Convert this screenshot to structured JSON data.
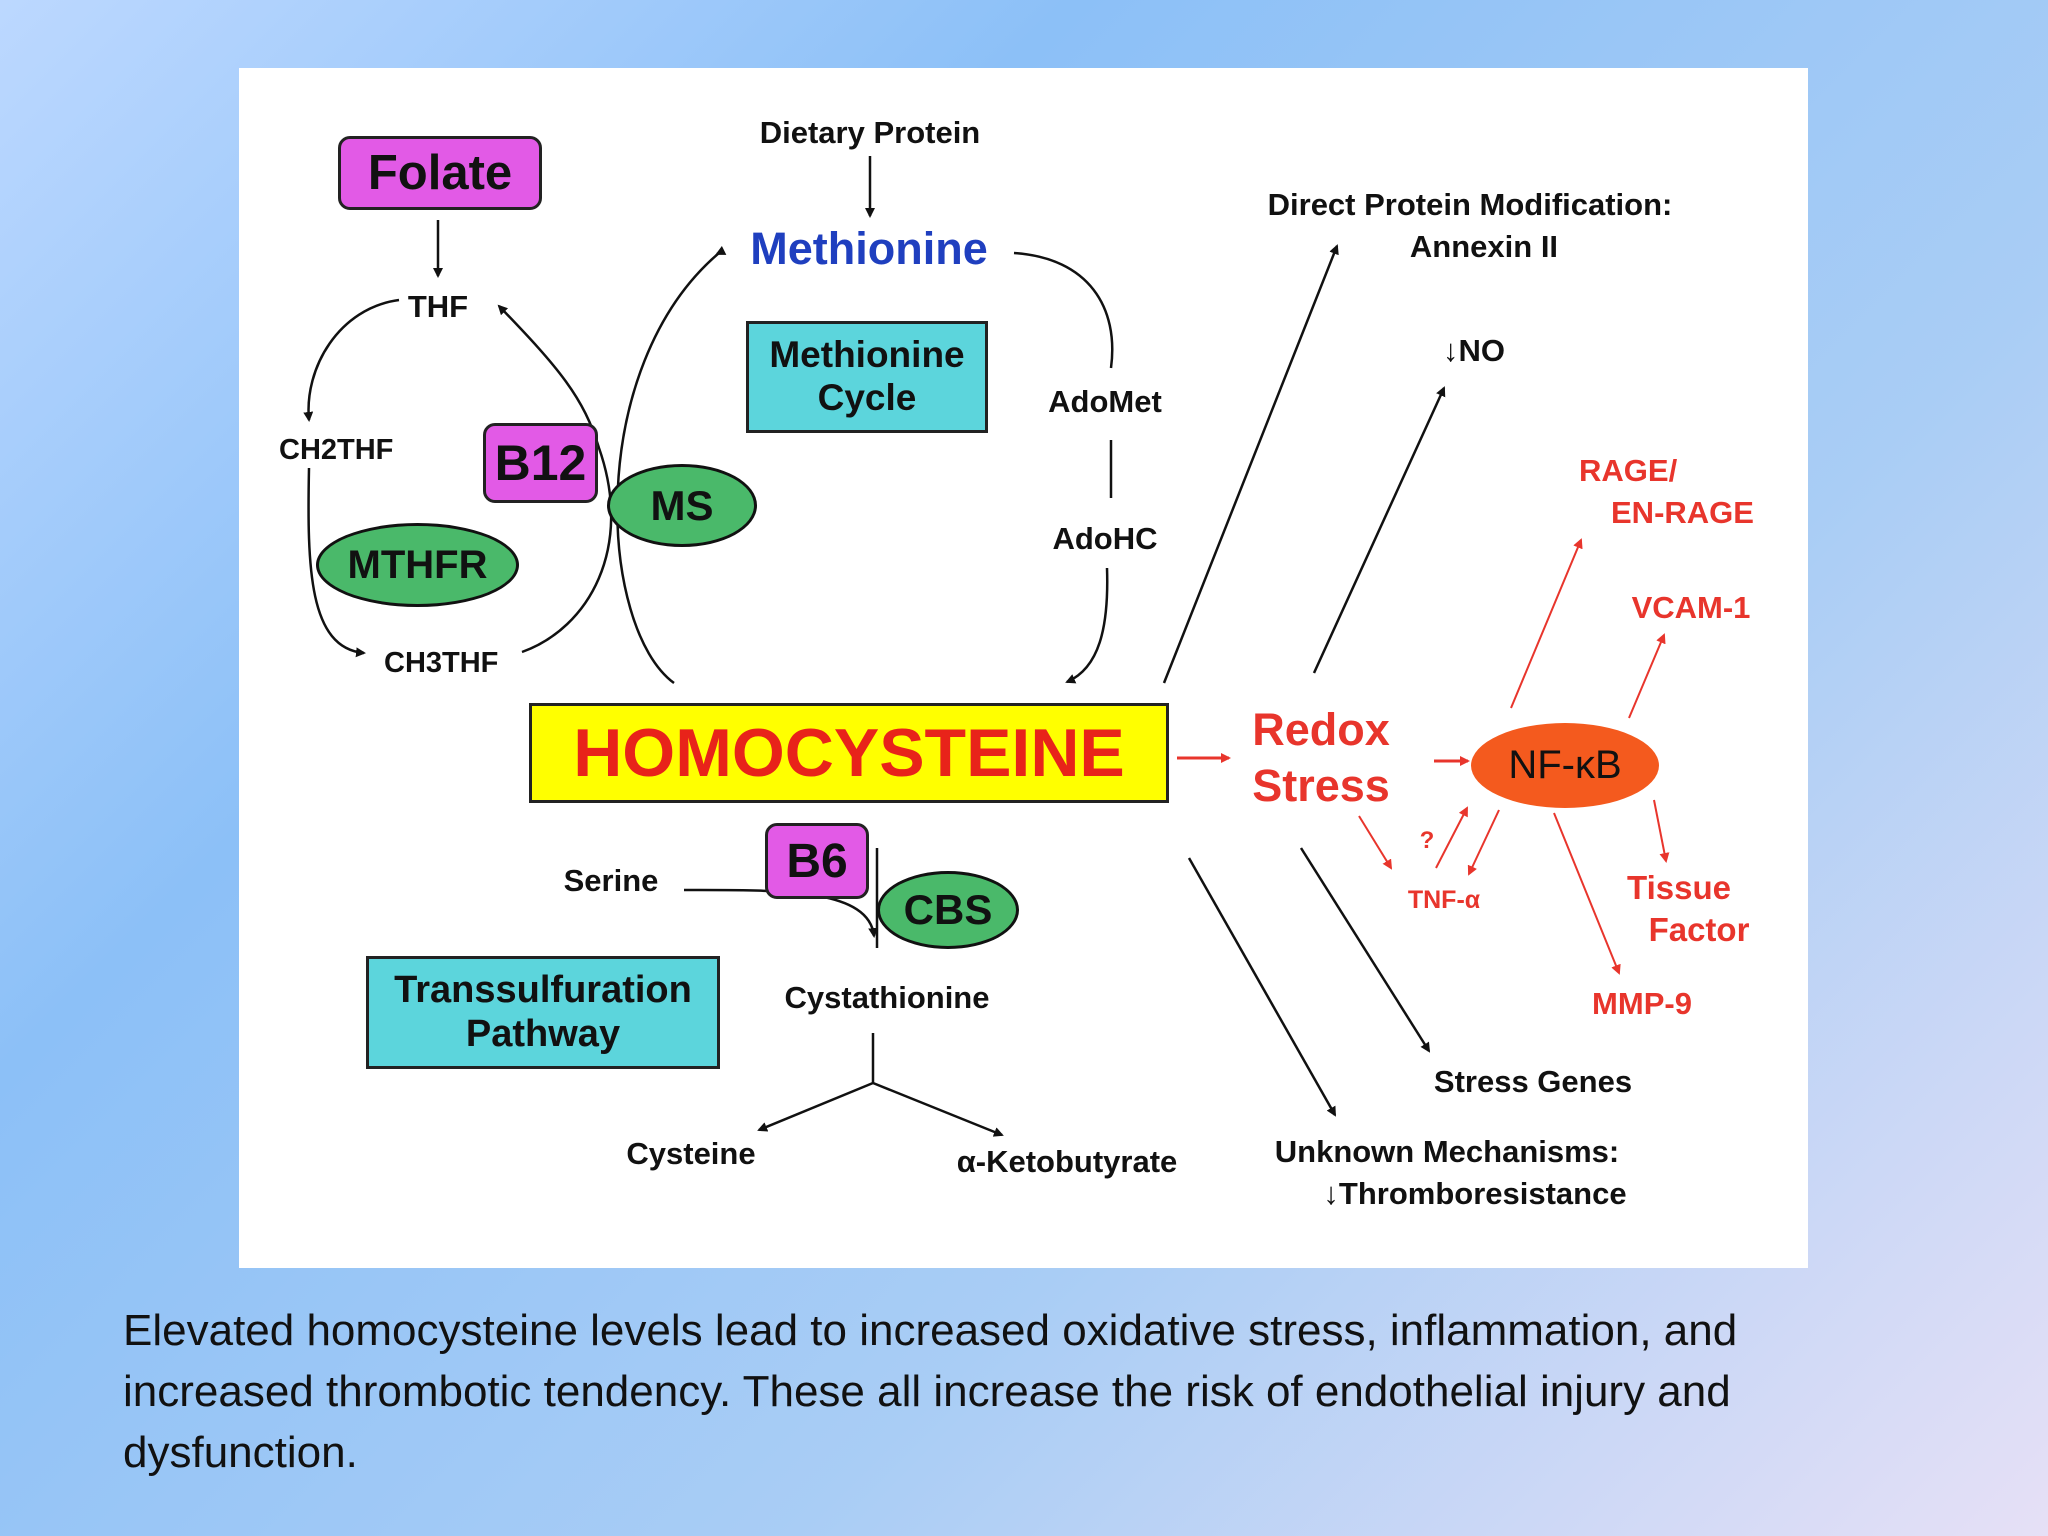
{
  "diagram": {
    "folate": "Folate",
    "thf": "THF",
    "ch2thf": "CH2THF",
    "ch3thf": "CH3THF",
    "b12": "B12",
    "mthfr": "MTHFR",
    "ms": "MS",
    "dietary_protein": "Dietary Protein",
    "methionine": "Methionine",
    "methionine_cycle": "Methionine Cycle",
    "adomet": "AdoMet",
    "adohc": "AdoHC",
    "homocysteine": "HOMOCYSTEINE",
    "b6": "B6",
    "serine": "Serine",
    "cbs": "CBS",
    "transsulfuration": "Transsulfuration Pathway",
    "cystathionine": "Cystathionine",
    "cysteine": "Cysteine",
    "ketobutyrate": "α-Ketobutyrate",
    "direct_protein_mod": "Direct Protein Modification:",
    "annexin": "Annexin II",
    "no": "↓NO",
    "redox_stress": "Redox Stress",
    "nfkb": "NF-κB",
    "rage": "RAGE/ EN-RAGE",
    "vcam": "VCAM-1",
    "question": "?",
    "tnf": "TNF-α",
    "tissue_factor": "Tissue Factor",
    "mmp9": "MMP-9",
    "stress_genes": "Stress Genes",
    "unknown_mechanisms": "Unknown Mechanisms:",
    "thromboresistance": "↓Thromboresistance"
  },
  "colors": {
    "pink_box": "#e25ae6",
    "cyan_box": "#5cd5dc",
    "green_oval": "#4ab96a",
    "homocysteine_fill": "#ffff00",
    "homocysteine_text": "#e8231a",
    "red_label": "#e8352c",
    "nfkb_fill": "#f45a1e",
    "methionine_text": "#1f3fbf"
  },
  "caption": "Elevated homocysteine levels lead to increased oxidative stress, inflammation, and increased thrombotic tendency. These all increase the risk of endothelial injury and dysfunction."
}
